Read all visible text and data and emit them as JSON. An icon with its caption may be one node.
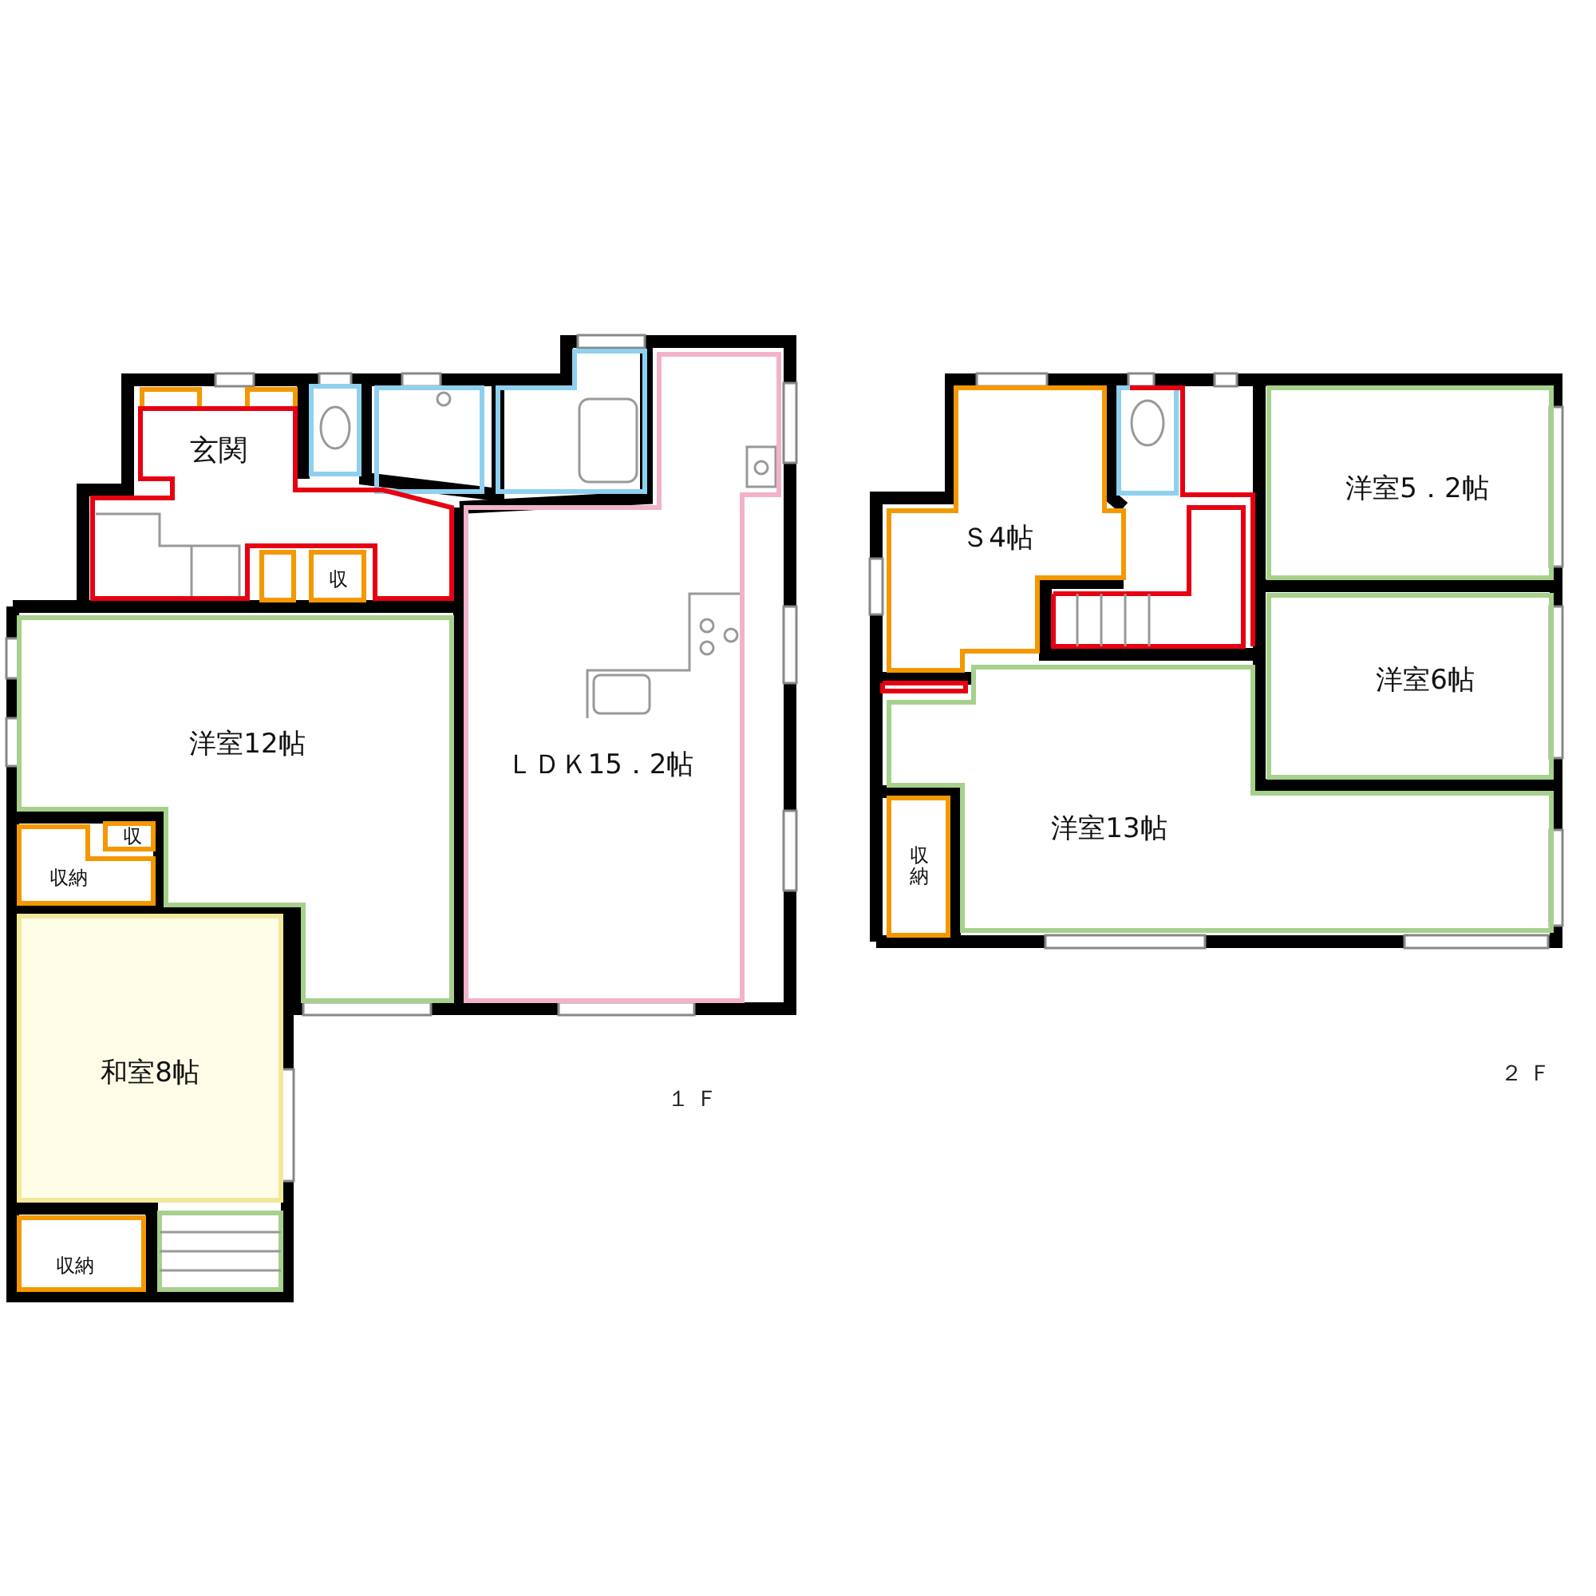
{
  "diagram": {
    "nodes": [
      {
        "text": [
          "玄関"
        ]
      },
      {
        "text": [
          "収"
        ]
      },
      {
        "text": [
          "洋室12帖"
        ]
      },
      {
        "text": [
          "ＬＤＫ15．2帖"
        ]
      },
      {
        "text": [
          "収"
        ]
      },
      {
        "text": [
          "収納"
        ]
      },
      {
        "text": [
          "和室8帖"
        ]
      },
      {
        "text": [
          "収納"
        ]
      },
      {
        "text": [
          "Ｓ4帖"
        ]
      },
      {
        "text": [
          "洋室5．2帖"
        ]
      },
      {
        "text": [
          "洋室6帖"
        ]
      },
      {
        "text": [
          "洋室13帖"
        ]
      },
      {
        "text": [
          "収納"
        ]
      }
    ],
    "labels": [
      "１Ｆ",
      "２Ｆ"
    ]
  }
}
